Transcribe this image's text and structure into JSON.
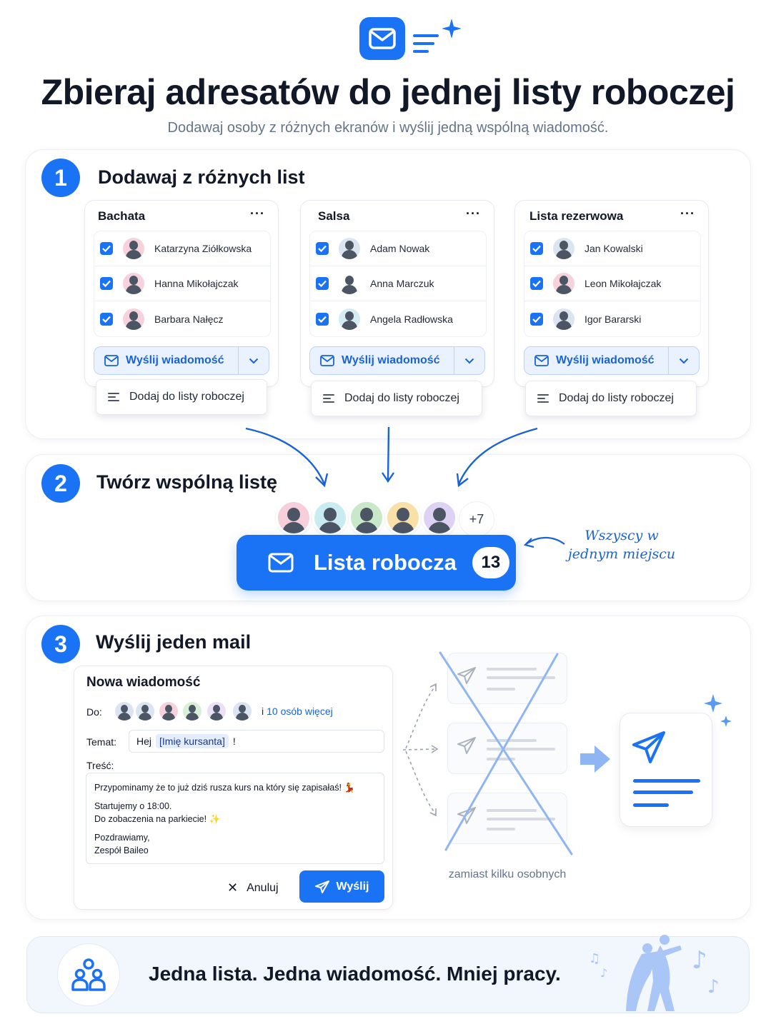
{
  "header": {
    "title": "Zbieraj adresatów do jednej listy roboczej",
    "subtitle": "Dodawaj osoby z różnych ekranów i wyślij jedną wspólną wiadomość."
  },
  "colors": {
    "accent": "#1a73f5",
    "accent_light": "#eaf2ff",
    "text_dark": "#111827",
    "text_muted": "#64748b"
  },
  "step1": {
    "number": "1",
    "title": "Dodawaj z różnych list",
    "lists": [
      {
        "name": "Bachata",
        "menu": "···",
        "members": [
          {
            "name": "Katarzyna Ziółkowska",
            "checked": true,
            "avatar_color": "#f6d3dc"
          },
          {
            "name": "Hanna Mikołajczak",
            "checked": true,
            "avatar_color": "#f6d3dc"
          },
          {
            "name": "Barbara Nałęcz",
            "checked": true,
            "avatar_color": "#f6d3dc"
          }
        ],
        "send_label": "Wyślij wiadomość",
        "dropdown_item": "Dodaj do listy roboczej"
      },
      {
        "name": "Salsa",
        "menu": "···",
        "members": [
          {
            "name": "Adam Nowak",
            "checked": true,
            "avatar_color": "#dbe4f1"
          },
          {
            "name": "Anna Marczuk",
            "checked": true,
            "avatar_color": "#ffffff"
          },
          {
            "name": "Angela Radłowska",
            "checked": true,
            "avatar_color": "#d5ecf2"
          }
        ],
        "send_label": "Wyślij wiadomość",
        "dropdown_item": "Dodaj do listy roboczej"
      },
      {
        "name": "Lista rezerwowa",
        "menu": "···",
        "members": [
          {
            "name": "Jan Kowalski",
            "checked": true,
            "avatar_color": "#dbe4f1"
          },
          {
            "name": "Leon Mikołajczak",
            "checked": true,
            "avatar_color": "#f6d3dc"
          },
          {
            "name": "Igor Bararski",
            "checked": true,
            "avatar_color": "#dbe4f1"
          }
        ],
        "send_label": "Wyślij wiadomość",
        "dropdown_item": "Dodaj do listy roboczej"
      }
    ]
  },
  "step2": {
    "number": "2",
    "title": "Twórz wspólną listę",
    "avatar_colors": [
      "#f6cfdb",
      "#c9ecf2",
      "#c9e8c9",
      "#f8e0a8",
      "#ddd2f4"
    ],
    "more_count": "+7",
    "button_label": "Lista robocza",
    "button_count": "13",
    "note_line1": "Wszyscy w",
    "note_line2": "jednym miejscu"
  },
  "step3": {
    "number": "3",
    "title": "Wyślij jeden mail",
    "compose": {
      "title": "Nowa wiadomość",
      "to_label": "Do:",
      "to_avatar_colors": [
        "#dbe4f1",
        "#dbe4f1",
        "#f6d3dc",
        "#d8efd8",
        "#ece0f6",
        "#dbe4f1"
      ],
      "and_text": "i",
      "more_recipients": "10 osób więcej",
      "subject_label": "Temat:",
      "subject_prefix": "Hej",
      "subject_chip": "[Imię kursanta]",
      "subject_suffix": "!",
      "body_label": "Treść:",
      "body_line1": "Przypominamy że to już dziś rusza kurs na który się zapisałaś! 💃",
      "body_line2": "Startujemy o 18:00.",
      "body_line3": "Do zobaczenia na parkiecie! ✨",
      "body_line4": "Pozdrawiamy,",
      "body_line5": "Zespół Baileo",
      "cancel_label": "Anuluj",
      "send_label": "Wyślij"
    },
    "instead_caption": "zamiast kilku osobnych"
  },
  "footer": {
    "text": "Jedna lista. Jedna wiadomość. Mniej pracy."
  }
}
